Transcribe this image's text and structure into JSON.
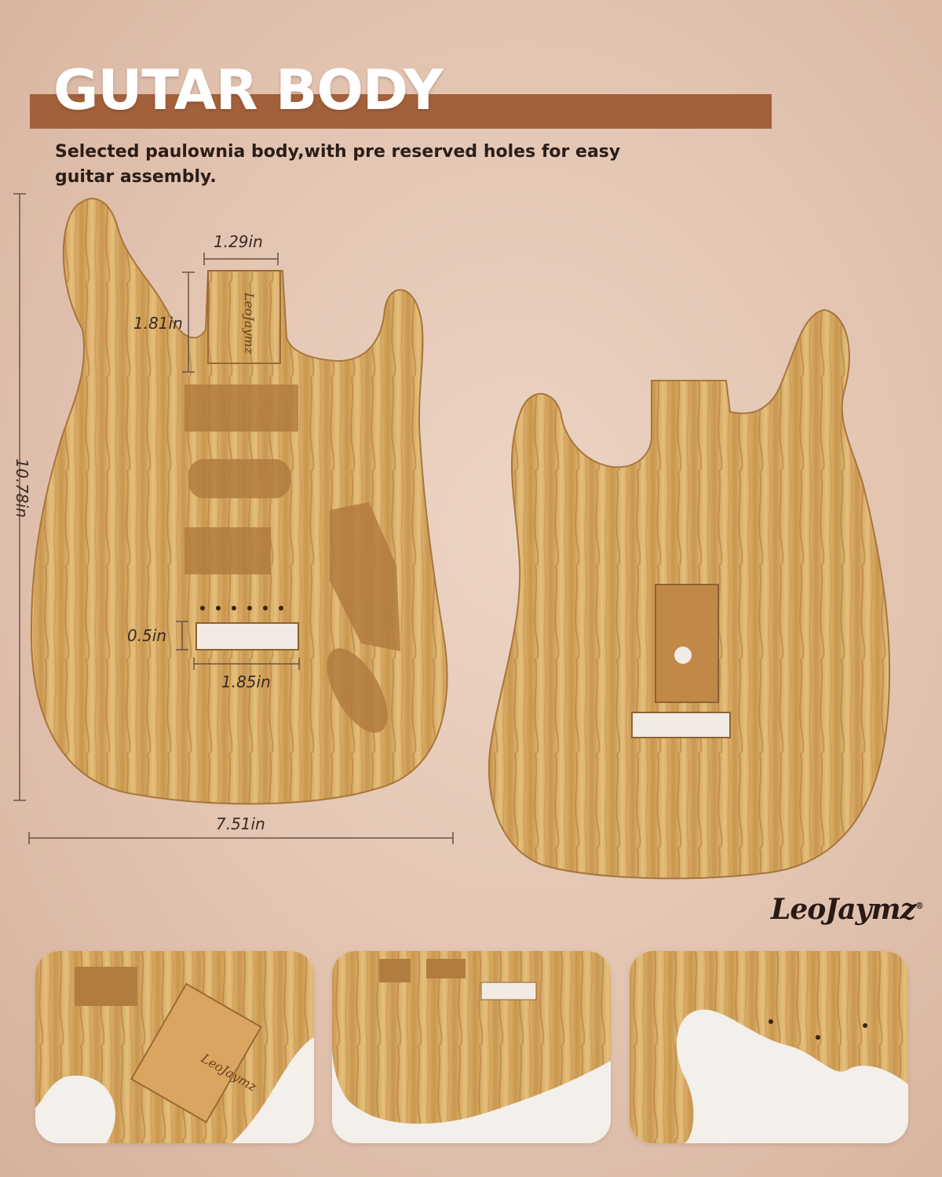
{
  "header": {
    "title": "GUTAR BODY",
    "subtitle": "Selected paulownia body,with pre reserved holes for easy guitar assembly."
  },
  "dimensions": {
    "neck_width": "1.29in",
    "neck_length": "1.81in",
    "body_height": "10.78in",
    "slot_height": "0.5in",
    "slot_width": "1.85in",
    "body_width": "7.51in"
  },
  "brand": {
    "logo_text": "LeoJaymz",
    "registered_mark": "®"
  },
  "colors": {
    "accent_bar": "#a2603b",
    "wood": "#d9b06a",
    "background": "#e4c6b3"
  }
}
